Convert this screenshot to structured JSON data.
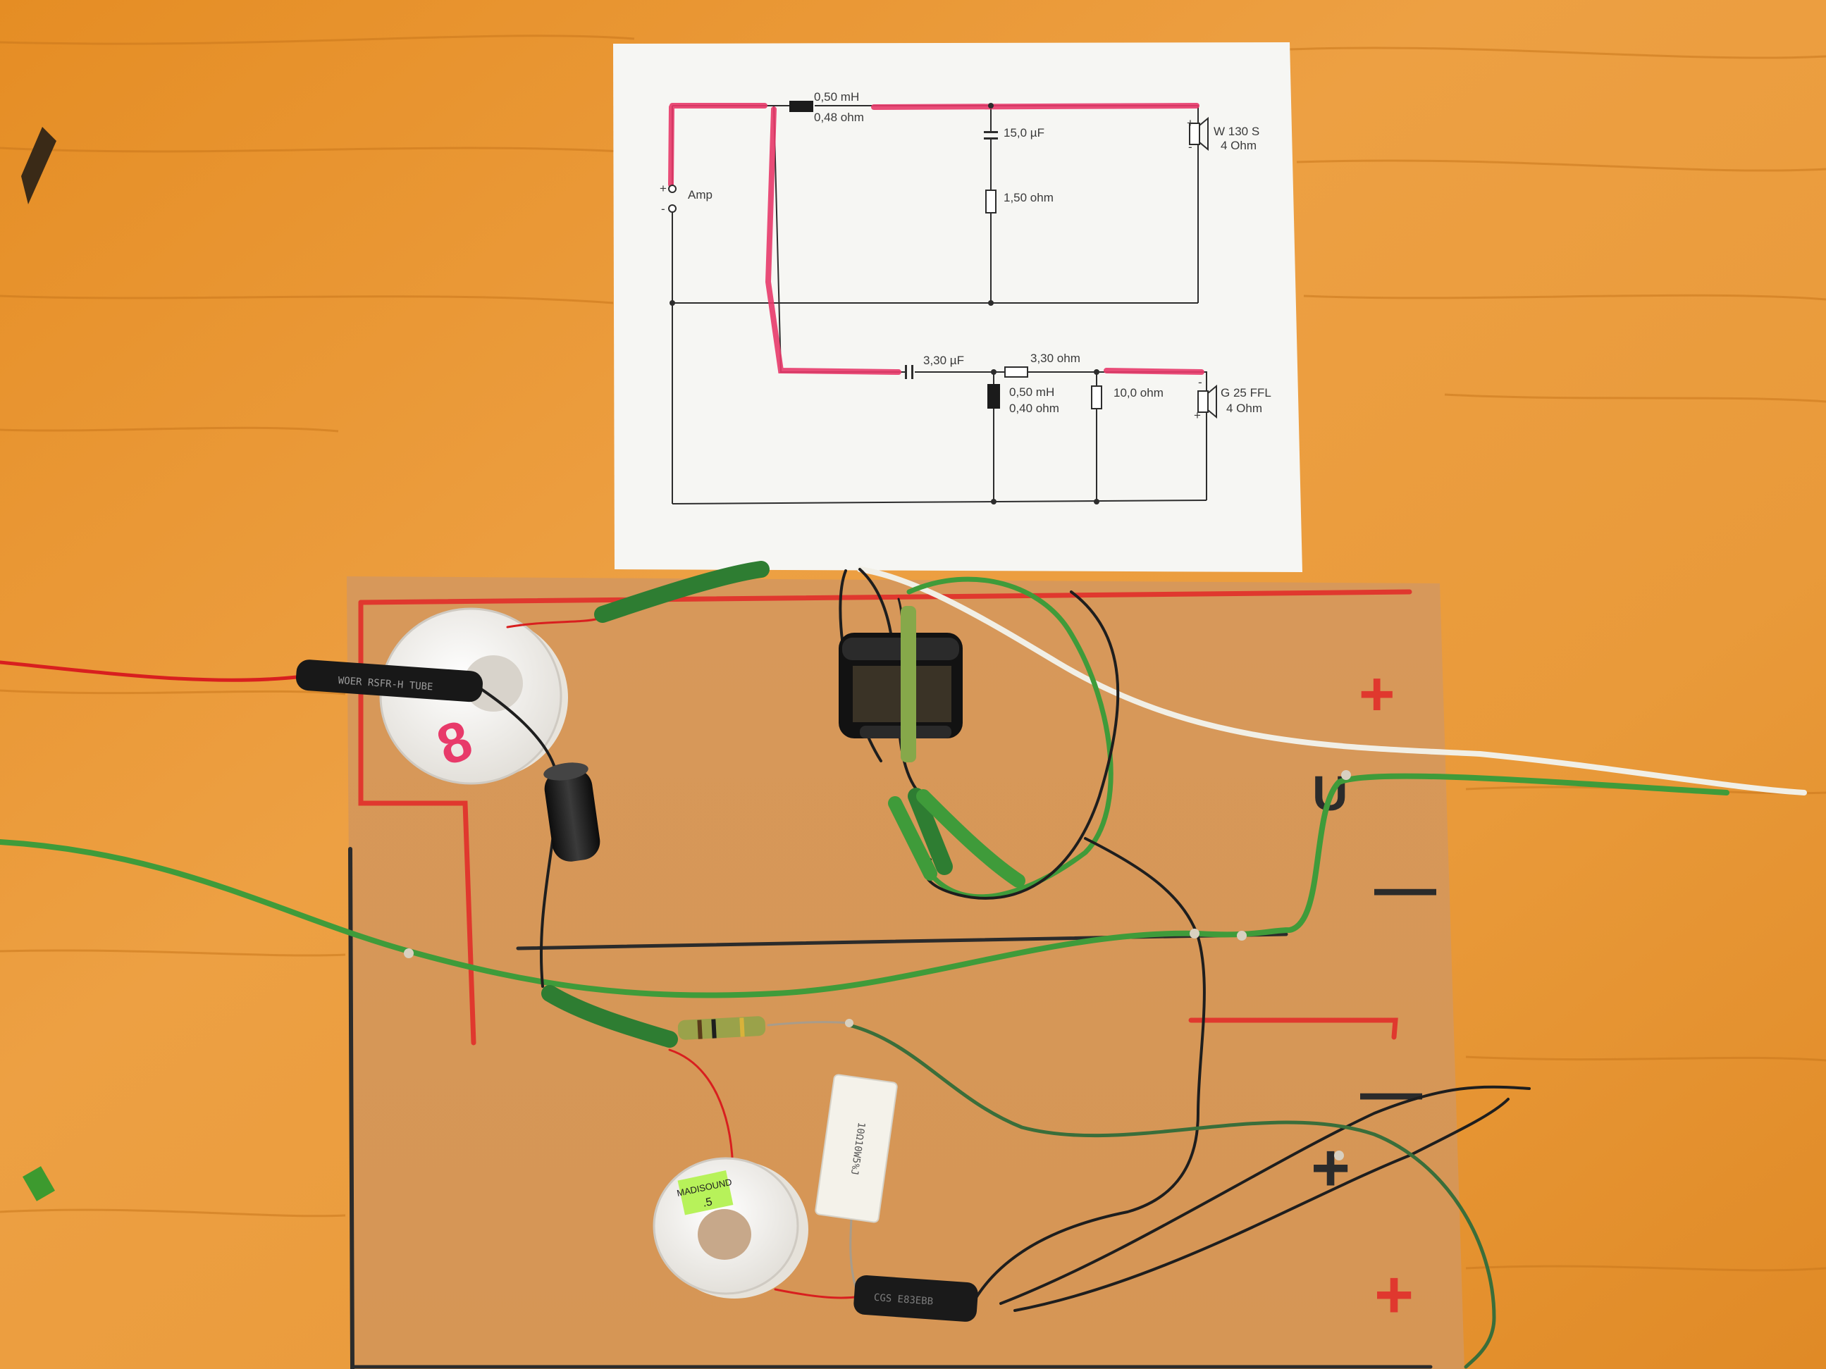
{
  "schematic": {
    "l1": "0,50 mH",
    "l1_r": "0,48 ohm",
    "c1": "15,0 µF",
    "r1": "1,50 ohm",
    "woofer": "W 130 S",
    "woofer_z": "4 Ohm",
    "amp": "Amp",
    "plus": "+",
    "minus": "-",
    "c2": "3,30 µF",
    "r2": "3,30 ohm",
    "l2": "0,50 mH",
    "l2_r": "0,40 ohm",
    "r3": "10,0 ohm",
    "tweeter": "G 25 FFL",
    "tweeter_z": "4 Ohm"
  },
  "board": {
    "plus_mark": "+",
    "minus_mark": "—"
  },
  "parts": {
    "coil1_mark": "8",
    "sleeve1": "WOER  RSFR-H  TUBE",
    "coil2_sticker_1": "MADISOUND",
    "coil2_sticker_2": ".5",
    "resistor_stamp": "10Ω10W5%J",
    "sleeve2": "CGS    E83EBB"
  },
  "colors": {
    "wood": "#e8962e",
    "board": "#d99a56",
    "marker_red": "#e0382e",
    "marker_black": "#2b2b2b",
    "highlight": "#e83a6a",
    "wire_green": "#3f9b3a",
    "wire_white": "#f1efe6",
    "wire_red": "#d81f1f",
    "wire_black": "#1e1e1e"
  }
}
